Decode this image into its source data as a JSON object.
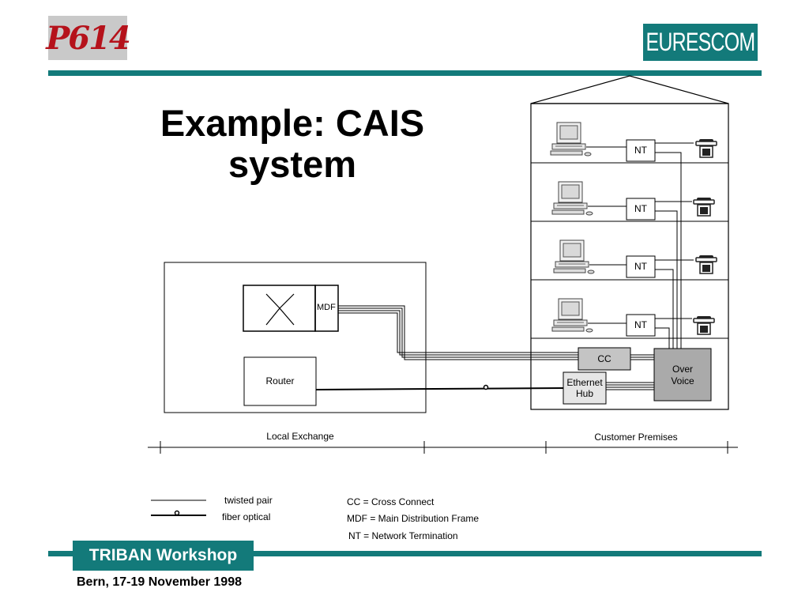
{
  "logos": {
    "left": "P614",
    "right": "EURESCOM"
  },
  "slide": {
    "title_line1": "Example: CAIS",
    "title_line2": "system"
  },
  "diagram": {
    "nt_label": "NT",
    "mdf_label": "MDF",
    "router_label": "Router",
    "cc_label": "CC",
    "hub_label_line1": "Ethernet",
    "hub_label_line2": "Hub",
    "ov_label_line1": "Over",
    "ov_label_line2": "Voice",
    "local_exchange": "Local Exchange",
    "customer_premises": "Customer Premises"
  },
  "legend": {
    "twisted_pair": "twisted pair",
    "fiber_optical": "fiber optical",
    "cc_def": "CC = Cross Connect",
    "mdf_def": "MDF = Main Distribution Frame",
    "nt_def": "NT = Network Termination"
  },
  "footer": {
    "workshop": "TRIBAN Workshop",
    "date": "Bern, 17-19 November 1998"
  },
  "colors": {
    "teal": "#137a7a",
    "logo_red": "#b5121b",
    "ov_box": "#aaaaaa",
    "cc_box": "#c4c4c4"
  }
}
